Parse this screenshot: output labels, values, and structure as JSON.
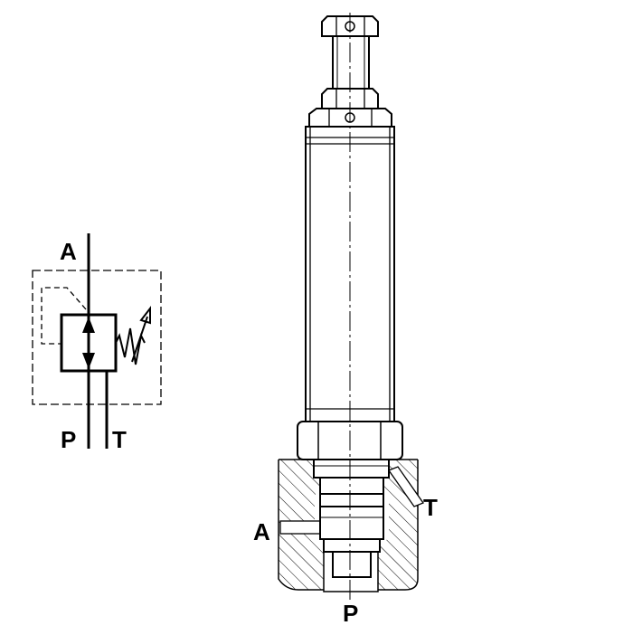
{
  "symbol": {
    "port_a": "A",
    "port_p": "P",
    "port_t": "T"
  },
  "section": {
    "port_a": "A",
    "port_p": "P",
    "port_t": "T"
  },
  "colors": {
    "line": "#000000",
    "background": "#ffffff"
  }
}
